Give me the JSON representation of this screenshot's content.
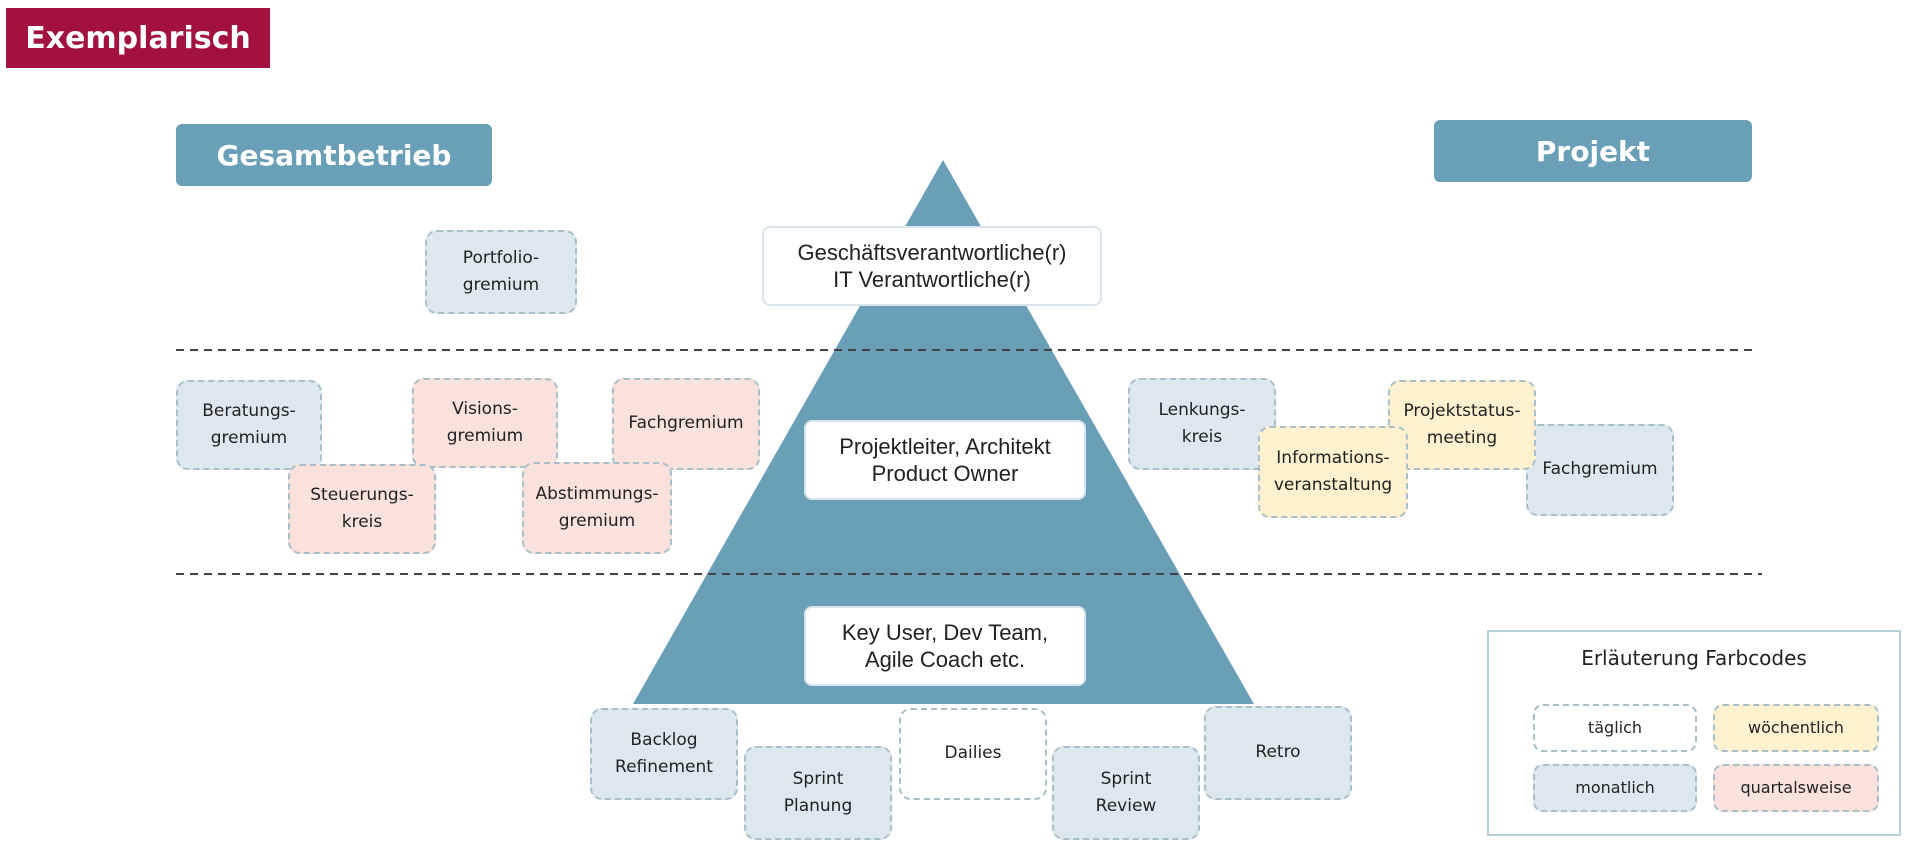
{
  "badge": "Exemplarisch",
  "headers": {
    "left": "Gesamtbetrieb",
    "right": "Projekt"
  },
  "pyramid": {
    "top": [
      "Geschäftsverantwortliche(r)",
      "IT Verantwortliche(r)"
    ],
    "middle": [
      "Projektleiter, Architekt",
      "Product Owner"
    ],
    "bottom": [
      "Key User, Dev Team,",
      "Agile Coach etc."
    ]
  },
  "nodes": {
    "portfolio": [
      "Portfolio-",
      "gremium"
    ],
    "beratung": [
      "Beratungs-",
      "gremium"
    ],
    "visions": [
      "Visions-",
      "gremium"
    ],
    "fach_left": [
      "Fachgremium"
    ],
    "steuerung": [
      "Steuerungs-",
      "kreis"
    ],
    "abstimmung": [
      "Abstimmungs-",
      "gremium"
    ],
    "lenkung": [
      "Lenkungs-",
      "kreis"
    ],
    "info": [
      "Informations-",
      "veranstaltung"
    ],
    "status": [
      "Projektstatus-",
      "meeting"
    ],
    "fach_right": [
      "Fachgremium"
    ],
    "backlog": [
      "Backlog",
      "Refinement"
    ],
    "sprint_planung": [
      "Sprint",
      "Planung"
    ],
    "dailies": [
      "Dailies"
    ],
    "sprint_review": [
      "Sprint",
      "Review"
    ],
    "retro": [
      "Retro"
    ]
  },
  "legend": {
    "title": "Erläuterung Farbcodes",
    "taeglich": "täglich",
    "woechentlich": "wöchentlich",
    "monatlich": "monatlich",
    "quartalsweise": "quartalsweise"
  },
  "colors": {
    "badge": "#a3123f",
    "header": "#6a9fb8",
    "pyramid": "#6a9fb8",
    "taeglich": "#ffffff",
    "woechentlich": "#fdf1cf",
    "monatlich": "#dde8ee",
    "quartalsweise": "#f9e1dc"
  }
}
